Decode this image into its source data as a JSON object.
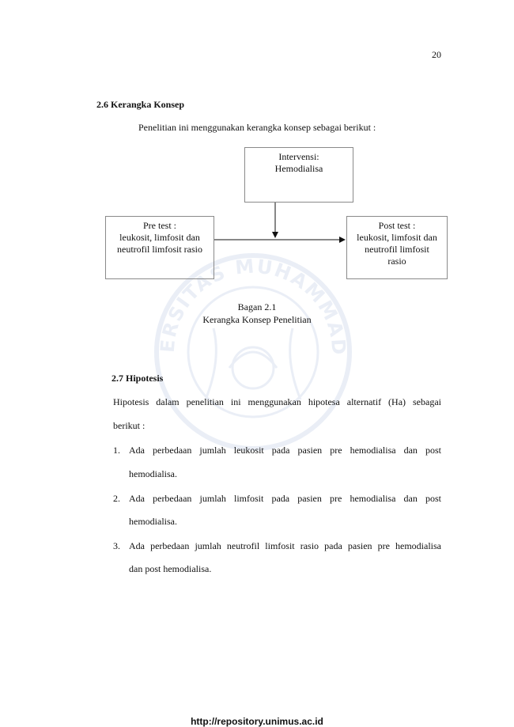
{
  "page": {
    "number": "20",
    "footer_url": "http://repository.unimus.ac.id"
  },
  "section_26": {
    "heading": "2.6 Kerangka Konsep",
    "intro": "Penelitian ini menggunakan kerangka konsep sebagai berikut :"
  },
  "diagram": {
    "intervensi": [
      "Intervensi:",
      "Hemodialisa"
    ],
    "pre_test": [
      "Pre test :",
      "leukosit, limfosit dan",
      "neutrofil limfosit rasio"
    ],
    "post_test": [
      "Post test :",
      "leukosit, limfosit dan",
      "neutrofil limfosit",
      "rasio"
    ],
    "caption_label": "Bagan 2.1",
    "caption_title": "Kerangka Konsep Penelitian"
  },
  "section_27": {
    "heading": "2.7  Hipotesis",
    "para_line1": "Hipotesis dalam penelitian ini menggunakan hipotesa alternatif (Ha) sebagai",
    "para_line2": "berikut :",
    "items": [
      {
        "num": "1.",
        "line1": "Ada perbedaan jumlah leukosit pada pasien pre hemodialisa  dan post",
        "line2": "hemodialisa."
      },
      {
        "num": "2.",
        "line1": "Ada perbedaan jumlah limfosit pada pasien pre hemodialisa  dan post",
        "line2": "hemodialisa."
      },
      {
        "num": "3.",
        "line1": "Ada perbedaan jumlah neutrofil limfosit rasio pada pasien pre hemodialisa",
        "line2": "dan post hemodialisa."
      }
    ]
  },
  "watermark": {
    "text": "UNIVERSITAS MUHAMMADIYAH",
    "color": "#9fb6d8"
  }
}
